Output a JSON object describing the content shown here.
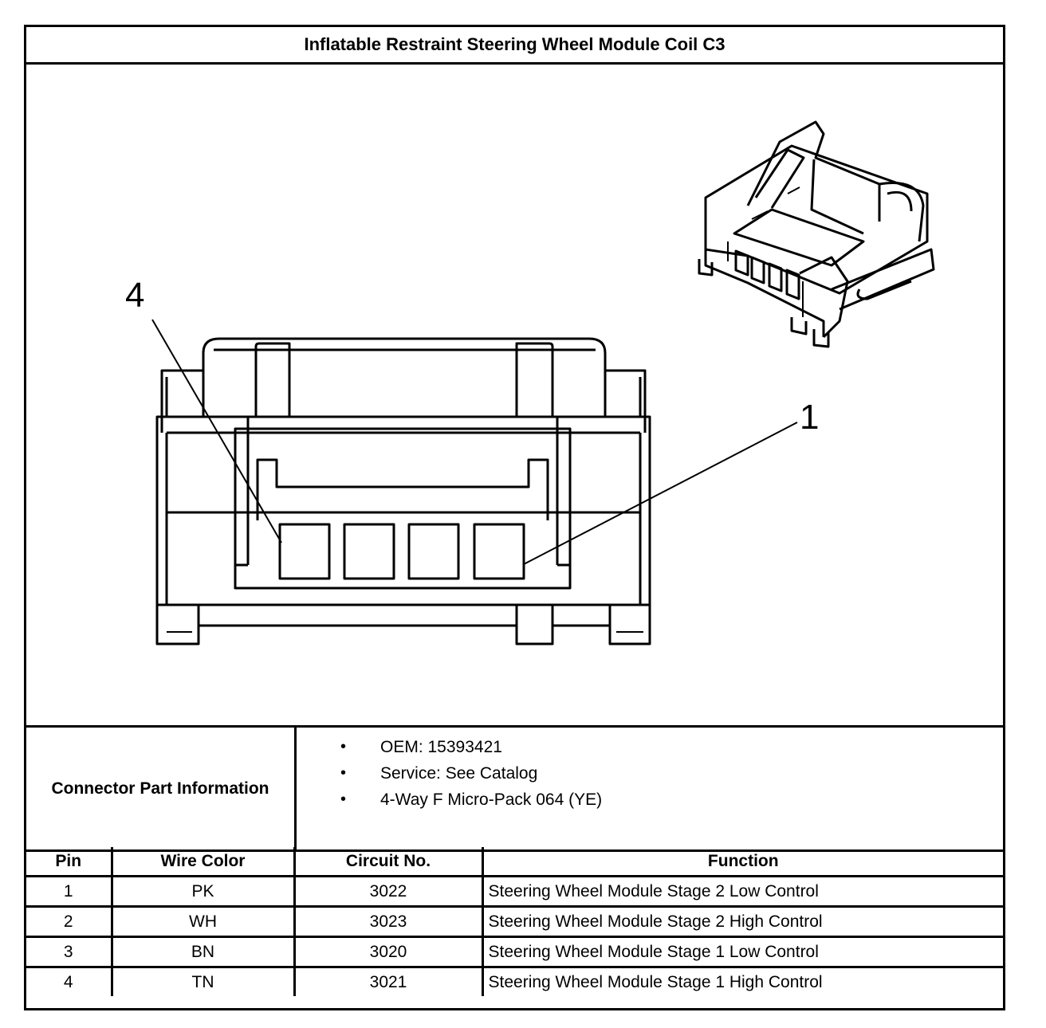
{
  "title": "Inflatable Restraint Steering Wheel Module Coil C3",
  "diagram": {
    "callouts": [
      "4",
      "1"
    ]
  },
  "connector_info": {
    "label": "Connector Part Information",
    "items": [
      "OEM: 15393421",
      "Service: See Catalog",
      "4-Way F Micro-Pack 064 (YE)"
    ],
    "bullet": "•"
  },
  "pin_table": {
    "headers": [
      "Pin",
      "Wire Color",
      "Circuit No.",
      "Function"
    ],
    "rows": [
      [
        "1",
        "PK",
        "3022",
        "Steering Wheel Module Stage 2 Low Control"
      ],
      [
        "2",
        "WH",
        "3023",
        "Steering Wheel Module Stage 2 High Control"
      ],
      [
        "3",
        "BN",
        "3020",
        "Steering Wheel Module Stage 1 Low Control"
      ],
      [
        "4",
        "TN",
        "3021",
        "Steering Wheel Module Stage 1 High Control"
      ]
    ]
  }
}
